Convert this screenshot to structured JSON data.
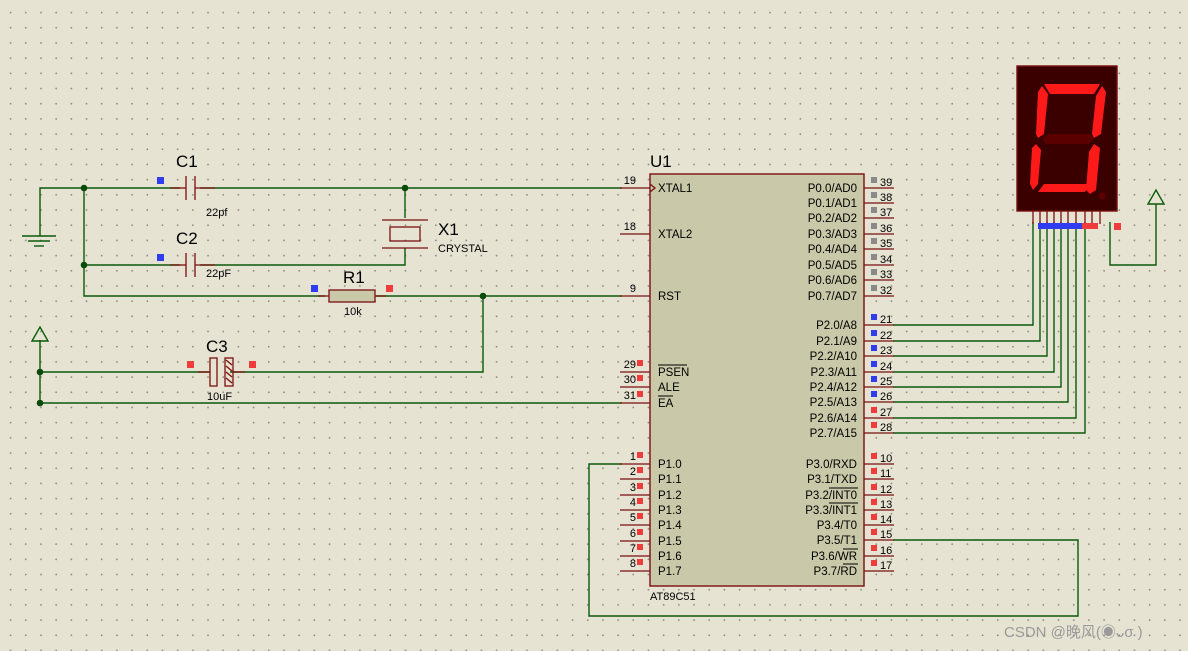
{
  "mcu": {
    "ref": "U1",
    "part": "AT89C51",
    "left_pins": [
      {
        "num": "19",
        "name": "XTAL1"
      },
      {
        "num": "18",
        "name": "XTAL2"
      },
      {
        "num": "9",
        "name": "RST"
      },
      {
        "num": "29",
        "name": "PSEN"
      },
      {
        "num": "30",
        "name": "ALE"
      },
      {
        "num": "31",
        "name": "EA"
      },
      {
        "num": "1",
        "name": "P1.0"
      },
      {
        "num": "2",
        "name": "P1.1"
      },
      {
        "num": "3",
        "name": "P1.2"
      },
      {
        "num": "4",
        "name": "P1.3"
      },
      {
        "num": "5",
        "name": "P1.4"
      },
      {
        "num": "6",
        "name": "P1.5"
      },
      {
        "num": "7",
        "name": "P1.6"
      },
      {
        "num": "8",
        "name": "P1.7"
      }
    ],
    "right_pins": [
      {
        "num": "39",
        "name": "P0.0/AD0"
      },
      {
        "num": "38",
        "name": "P0.1/AD1"
      },
      {
        "num": "37",
        "name": "P0.2/AD2"
      },
      {
        "num": "36",
        "name": "P0.3/AD3"
      },
      {
        "num": "35",
        "name": "P0.4/AD4"
      },
      {
        "num": "34",
        "name": "P0.5/AD5"
      },
      {
        "num": "33",
        "name": "P0.6/AD6"
      },
      {
        "num": "32",
        "name": "P0.7/AD7"
      },
      {
        "num": "21",
        "name": "P2.0/A8"
      },
      {
        "num": "22",
        "name": "P2.1/A9"
      },
      {
        "num": "23",
        "name": "P2.2/A10"
      },
      {
        "num": "24",
        "name": "P2.3/A11"
      },
      {
        "num": "25",
        "name": "P2.4/A12"
      },
      {
        "num": "26",
        "name": "P2.5/A13"
      },
      {
        "num": "27",
        "name": "P2.6/A14"
      },
      {
        "num": "28",
        "name": "P2.7/A15"
      },
      {
        "num": "10",
        "name": "P3.0/RXD"
      },
      {
        "num": "11",
        "name": "P3.1/TXD"
      },
      {
        "num": "12",
        "name": "P3.2/INT0"
      },
      {
        "num": "13",
        "name": "P3.3/INT1"
      },
      {
        "num": "14",
        "name": "P3.4/T0"
      },
      {
        "num": "15",
        "name": "P3.5/T1"
      },
      {
        "num": "16",
        "name": "P3.6/WR"
      },
      {
        "num": "17",
        "name": "P3.7/RD"
      }
    ]
  },
  "components": {
    "c1": {
      "ref": "C1",
      "value": "22pf"
    },
    "c2": {
      "ref": "C2",
      "value": "22pF"
    },
    "c3": {
      "ref": "C3",
      "value": "10uF"
    },
    "r1": {
      "ref": "R1",
      "value": "10k"
    },
    "x1": {
      "ref": "X1",
      "value": "CRYSTAL"
    }
  },
  "display": {
    "digit_shown": "0",
    "segment_on_color": "#ff1a1a",
    "segment_off_color": "#5a0000",
    "body_color": "#3a0000"
  },
  "colors": {
    "wire": "#0a5a0a",
    "component": "#7a0f0f",
    "chip_fill": "#c9c8a8",
    "pin_state_blue": "#2f3cf0",
    "pin_state_red": "#f03c3c",
    "pin_state_gray": "#8a8a8a"
  },
  "watermark": "CSDN @晚风(◉ᴗσ )"
}
